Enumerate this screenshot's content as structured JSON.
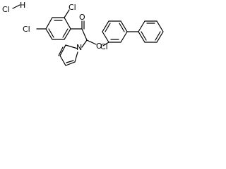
{
  "molecule": {
    "salt": {
      "cl": "Cl",
      "h": "H"
    },
    "atoms": {
      "cl_top": "Cl",
      "cl_left": "Cl",
      "oxygen_ketone": "O",
      "nitrogen": "N",
      "oxygen_ether": "O",
      "cl_bottom": "Cl"
    }
  }
}
